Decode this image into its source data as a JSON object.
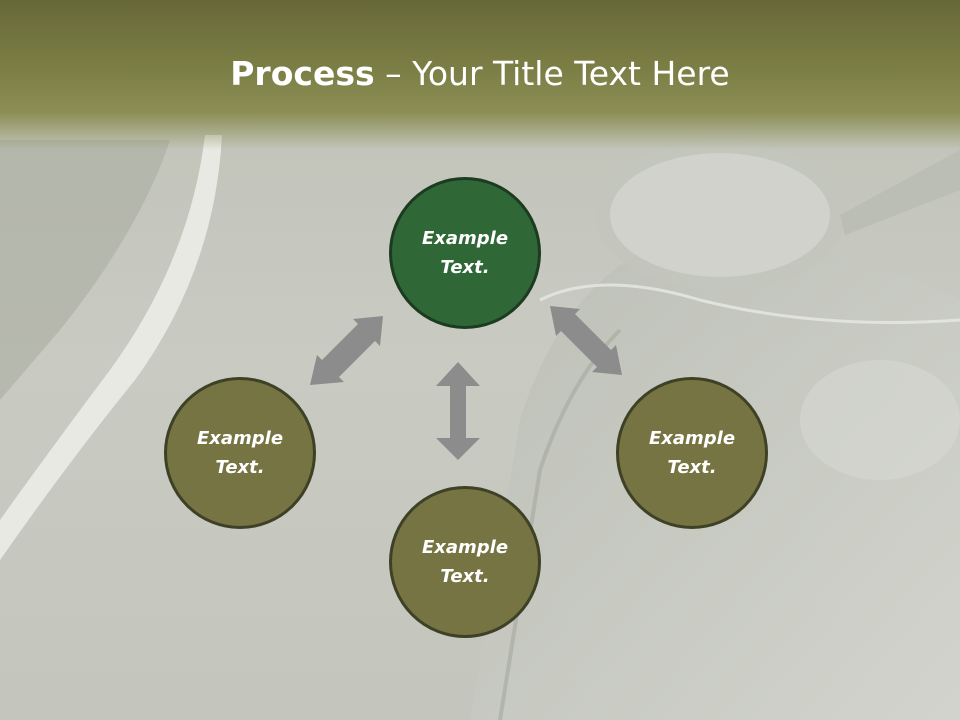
{
  "title": {
    "bold_part": "Process",
    "rest_part": " – Your Title Text Here"
  },
  "nodes": {
    "top": {
      "line1": "Example",
      "line2": "Text."
    },
    "left": {
      "line1": "Example",
      "line2": "Text."
    },
    "bottom": {
      "line1": "Example",
      "line2": "Text."
    },
    "right": {
      "line1": "Example",
      "line2": "Text."
    }
  },
  "colors": {
    "title_bar": "#767a40",
    "node_fill": "#767443",
    "center_node_fill": "#2f6737",
    "arrow": "#8c8c8c"
  }
}
